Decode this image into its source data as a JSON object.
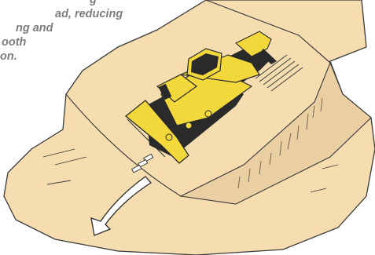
{
  "caption": {
    "lines": [
      "g",
      "ad, reducing",
      "ng and",
      "ooth",
      "on."
    ]
  },
  "illustration": {
    "subject": "bulldozer pushing material down a slope",
    "icon": "bulldozer-illustration",
    "colors": {
      "ground": "#f6ddb0",
      "ground_outline": "#3a3a3a",
      "machine_body": "#f3d83b",
      "machine_dark": "#2a2a2a",
      "arrow_fill": "#ffffff"
    }
  }
}
